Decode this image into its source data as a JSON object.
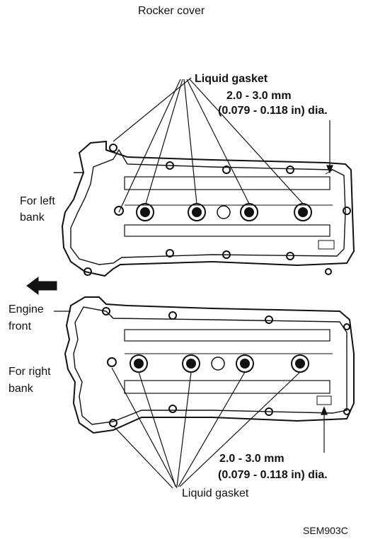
{
  "title": "Rocker cover",
  "top": {
    "gasket_label": "Liquid gasket",
    "dim_line1": "2.0 - 3.0 mm",
    "dim_line2": "(0.079 - 0.118 in) dia.",
    "bank_line1": "For left",
    "bank_line2": "bank"
  },
  "direction": {
    "line1": "Engine",
    "line2": "front",
    "arrow_icon": "left-arrow-icon"
  },
  "bottom": {
    "bank_line1": "For right",
    "bank_line2": "bank",
    "dim_line1": "2.0 - 3.0 mm",
    "dim_line2": "(0.079 - 0.118 in) dia.",
    "gasket_label": "Liquid gasket"
  },
  "figure_code": "SEM903C"
}
